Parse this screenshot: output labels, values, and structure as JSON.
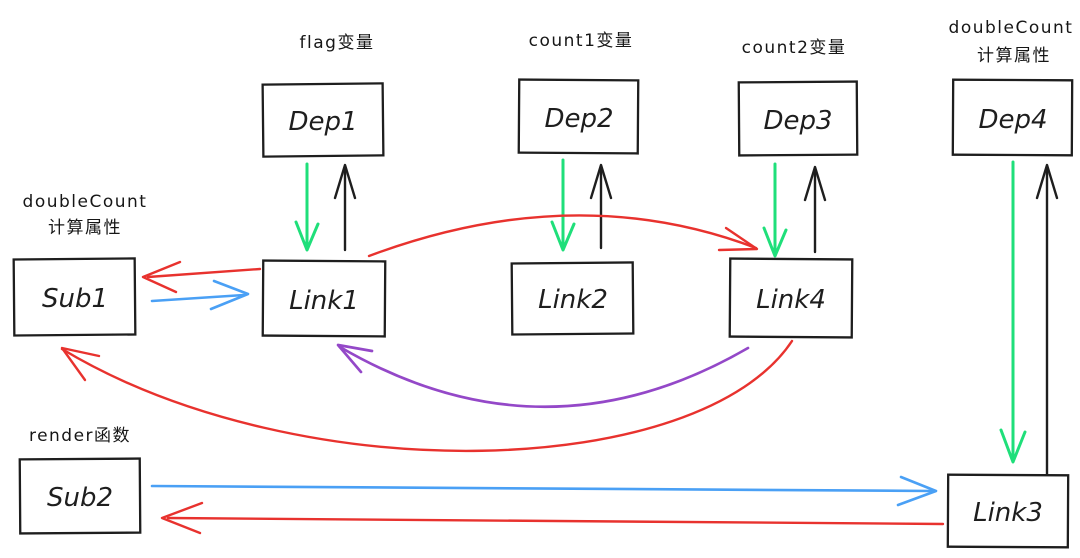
{
  "diagram": {
    "title": "reactivity dependency diagram (hand-drawn)",
    "colors": {
      "ink": "#1e1e1e",
      "green": "#1fdf7a",
      "red": "#e8322e",
      "blue": "#4aa0f5",
      "purple": "#9448c8",
      "background": "#ffffff"
    },
    "nodes": {
      "dep1": {
        "label": "Dep1"
      },
      "dep2": {
        "label": "Dep2"
      },
      "dep3": {
        "label": "Dep3"
      },
      "dep4": {
        "label": "Dep4"
      },
      "link1": {
        "label": "Link1"
      },
      "link2": {
        "label": "Link2"
      },
      "link3": {
        "label": "Link3"
      },
      "link4": {
        "label": "Link4"
      },
      "sub1": {
        "label": "Sub1"
      },
      "sub2": {
        "label": "Sub2"
      }
    },
    "annotations": {
      "dep1": "flag变量",
      "dep2": "count1变量",
      "dep3": "count2变量",
      "dep4_line1": "doubleCount",
      "dep4_line2": "计算属性",
      "sub1_line1": "doubleCount",
      "sub1_line2": "计算属性",
      "sub2": "render函数"
    },
    "edges": [
      {
        "from": "Dep1",
        "to": "Link1",
        "color": "green"
      },
      {
        "from": "Link1",
        "to": "Dep1",
        "color": "black"
      },
      {
        "from": "Dep2",
        "to": "Link2",
        "color": "green"
      },
      {
        "from": "Link2",
        "to": "Dep2",
        "color": "black"
      },
      {
        "from": "Dep3",
        "to": "Link4",
        "color": "green"
      },
      {
        "from": "Link4",
        "to": "Dep3",
        "color": "black"
      },
      {
        "from": "Dep4",
        "to": "Link3",
        "color": "green"
      },
      {
        "from": "Link3",
        "to": "Dep4",
        "color": "black"
      },
      {
        "from": "Link1",
        "to": "Sub1",
        "color": "red"
      },
      {
        "from": "Sub1",
        "to": "Link1",
        "color": "blue"
      },
      {
        "from": "Link1",
        "to": "Link4",
        "color": "red"
      },
      {
        "from": "Link4",
        "to": "Link1",
        "color": "purple"
      },
      {
        "from": "Link4",
        "to": "Sub1",
        "color": "red"
      },
      {
        "from": "Sub2",
        "to": "Link3",
        "color": "blue"
      },
      {
        "from": "Link3",
        "to": "Sub2",
        "color": "red"
      }
    ]
  }
}
